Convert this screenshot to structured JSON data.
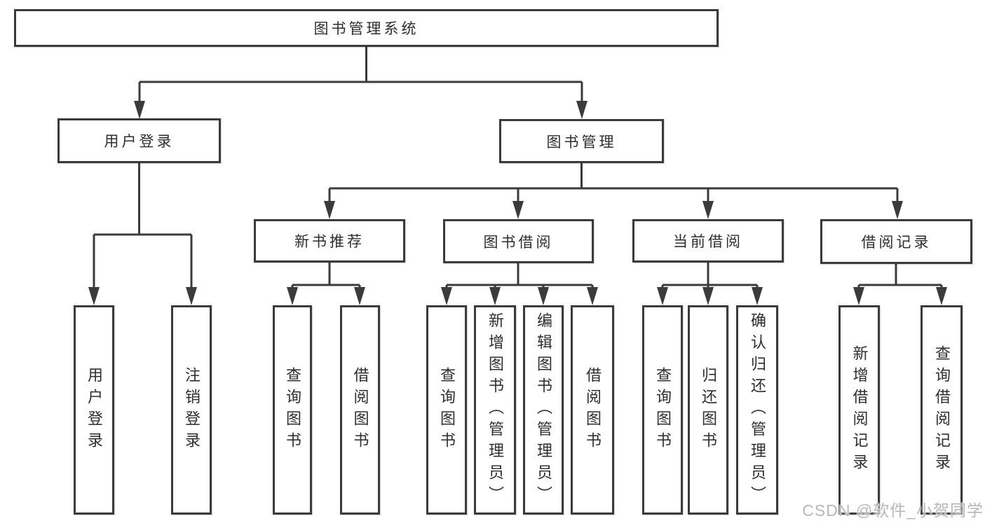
{
  "tree": {
    "root": {
      "label": "图书管理系统"
    },
    "branches": [
      {
        "label": "用户登录",
        "children": [
          {
            "label": "用户登录"
          },
          {
            "label": "注销登录"
          }
        ]
      },
      {
        "label": "图书管理",
        "children": [
          {
            "label": "新书推荐",
            "children": [
              {
                "label": "查询图书"
              },
              {
                "label": "借阅图书"
              }
            ]
          },
          {
            "label": "图书借阅",
            "children": [
              {
                "label": "查询图书"
              },
              {
                "label": "新增图书（管理员）"
              },
              {
                "label": "编辑图书（管理员）"
              },
              {
                "label": "借阅图书"
              }
            ]
          },
          {
            "label": "当前借阅",
            "children": [
              {
                "label": "查询图书"
              },
              {
                "label": "归还图书"
              },
              {
                "label": "确认归还（管理员）"
              }
            ]
          },
          {
            "label": "借阅记录",
            "children": [
              {
                "label": "新增借阅记录"
              },
              {
                "label": "查询借阅记录"
              }
            ]
          }
        ]
      }
    ]
  },
  "watermark": {
    "text": "CSDN @软件_小贺同学"
  },
  "colors": {
    "line": "#3b3b3b",
    "box_border": "#3b3b3b",
    "box_bg": "#ffffff",
    "text": "#2e2e2e",
    "watermark": "#adb2b8"
  }
}
